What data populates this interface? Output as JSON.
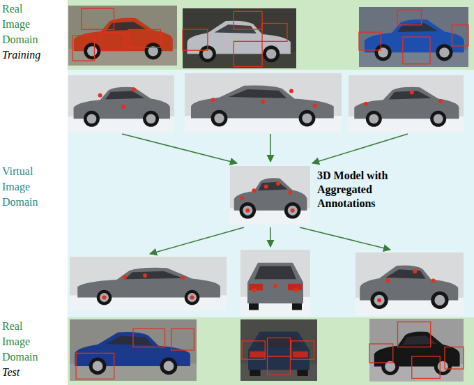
{
  "diagram": {
    "nodes": [
      {
        "text": [
          "Real Image Domain",
          "Training"
        ]
      },
      {
        "text": [
          "Virtual Image Domain"
        ]
      },
      {
        "text": [
          "3D Model with Aggregated Annotations"
        ],
        "in": 1
      },
      {
        "text": [
          "Real Image Domain",
          "Test"
        ]
      }
    ]
  }
}
